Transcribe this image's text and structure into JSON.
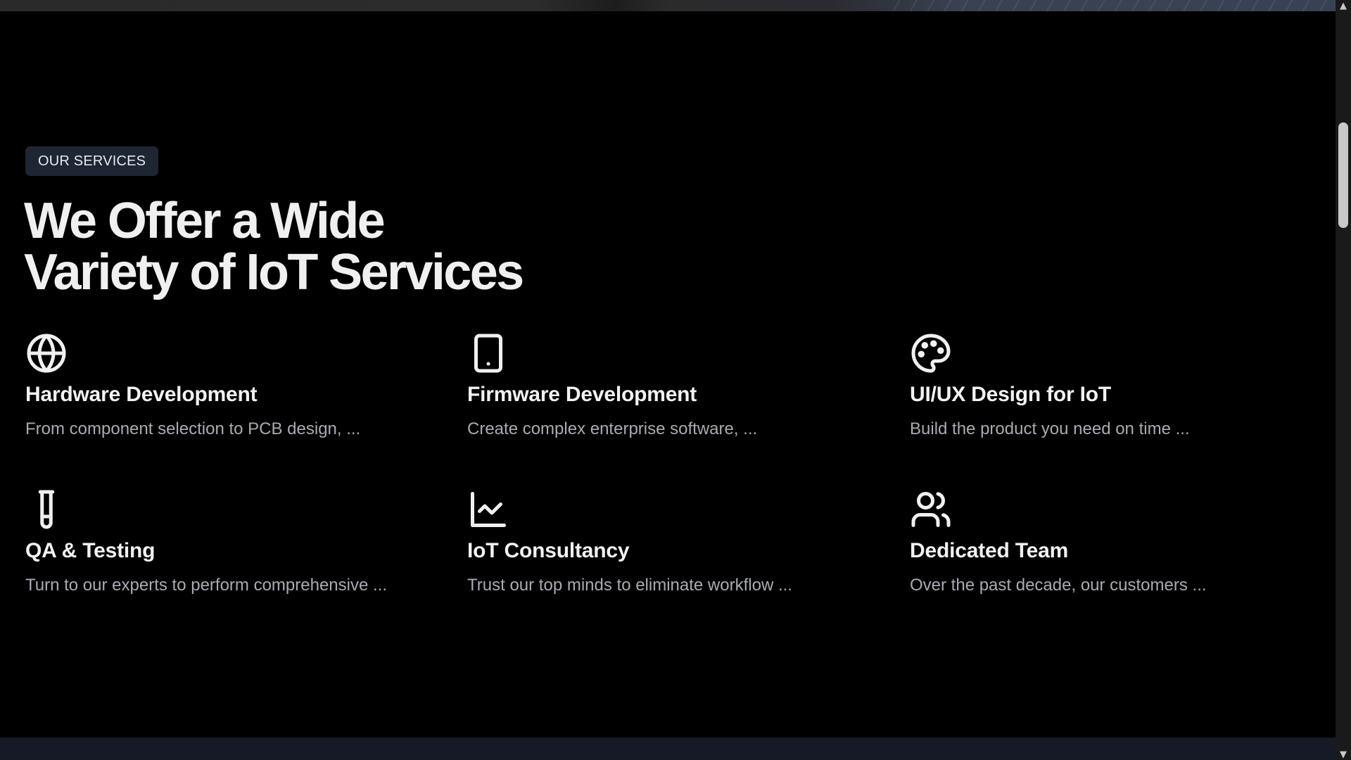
{
  "section": {
    "badge": "OUR SERVICES",
    "headline_line1": "We Offer a Wide",
    "headline_line2": "Variety of IoT Services"
  },
  "services": [
    {
      "icon": "globe-icon",
      "title": "Hardware Development",
      "description": "From component selection to PCB design, ..."
    },
    {
      "icon": "tablet-icon",
      "title": "Firmware Development",
      "description": "Create complex enterprise software, ..."
    },
    {
      "icon": "palette-icon",
      "title": "UI/UX Design for IoT",
      "description": "Build the product you need on time ..."
    },
    {
      "icon": "test-tube-icon",
      "title": "QA & Testing",
      "description": "Turn to our experts to perform comprehensive ..."
    },
    {
      "icon": "line-chart-icon",
      "title": "IoT Consultancy",
      "description": "Trust our top minds to eliminate workflow ..."
    },
    {
      "icon": "users-icon",
      "title": "Dedicated Team",
      "description": "Over the past decade, our customers ..."
    }
  ],
  "colors": {
    "background": "#000000",
    "badge_bg": "#1e2633",
    "heading": "#f0f0f0",
    "description": "#a8abb3",
    "footer_band": "#151a26"
  }
}
